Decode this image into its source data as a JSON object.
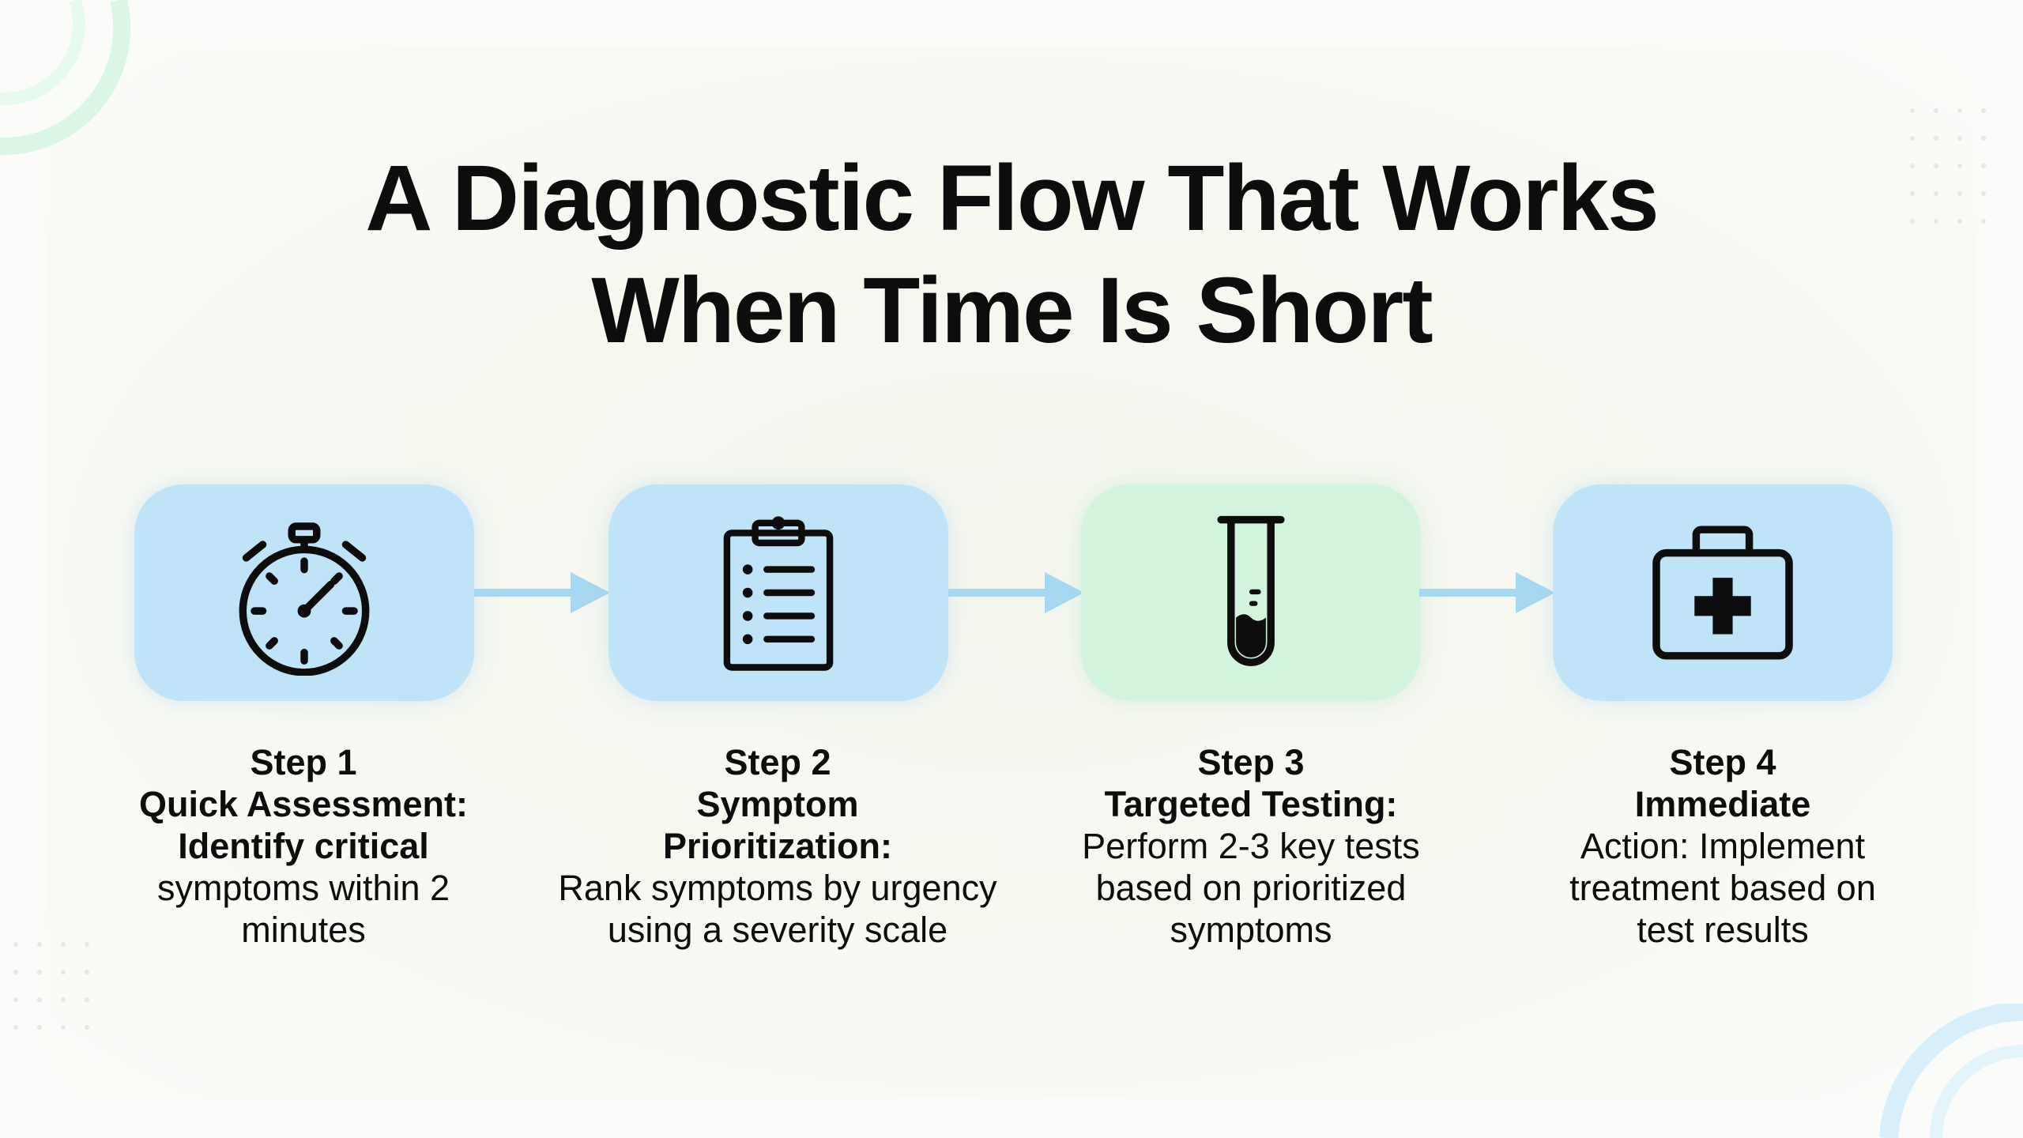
{
  "title": {
    "line1": "A Diagnostic Flow That Works",
    "line2": "When Time Is Short"
  },
  "colors": {
    "card_blue": "#bfe3f7",
    "card_green": "#d3f4dc",
    "arrow": "#a6d8f2",
    "icon": "#0d0d0d"
  },
  "steps": [
    {
      "number": "Step 1",
      "name": "Quick Assessment:",
      "desc_bold": "Identify critical",
      "desc": "symptoms within 2 minutes",
      "icon": "stopwatch-icon"
    },
    {
      "number": "Step 2",
      "name": "Symptom Prioritization:",
      "desc": "Rank symptoms by urgency using a severity scale",
      "icon": "clipboard-icon"
    },
    {
      "number": "Step 3",
      "name": "Targeted Testing:",
      "desc": "Perform 2-3 key tests based on prioritized symptoms",
      "icon": "test-tube-icon"
    },
    {
      "number": "Step 4",
      "name": "Immediate",
      "desc": "Action: Implement treatment based on test results",
      "icon": "first-aid-kit-icon"
    }
  ]
}
